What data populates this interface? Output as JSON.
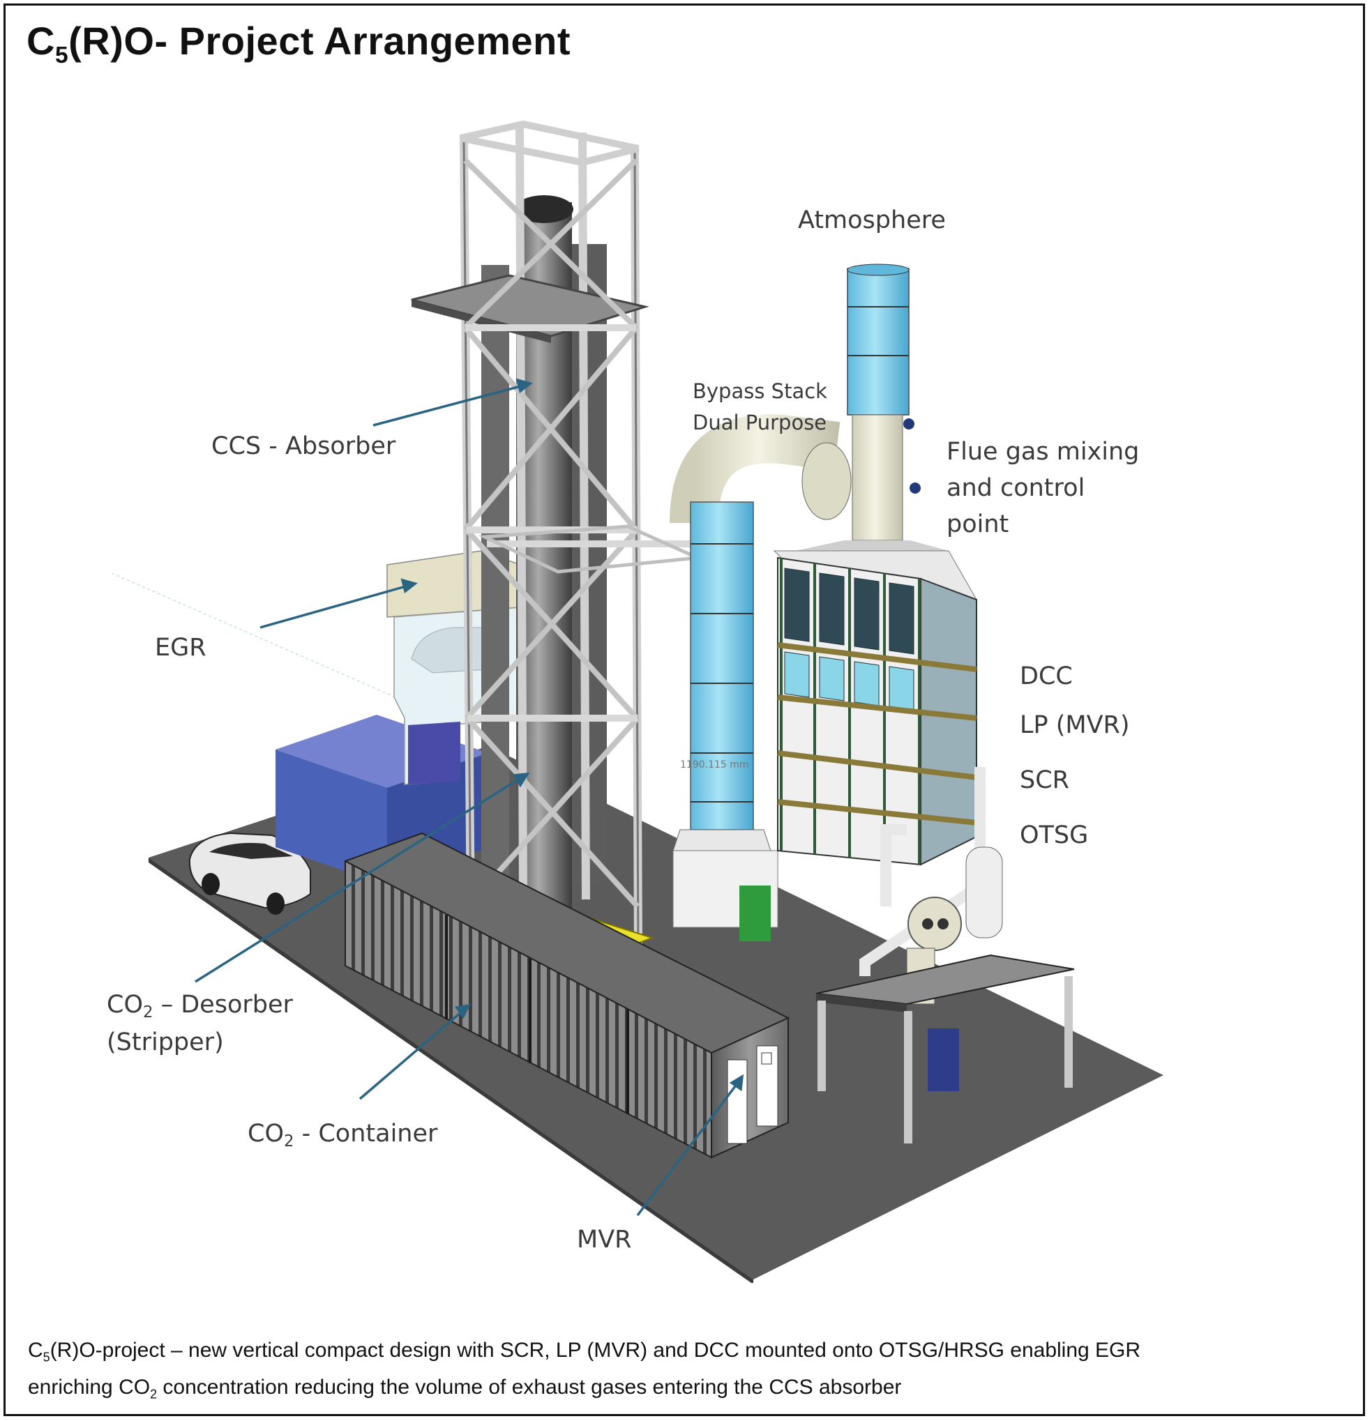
{
  "title": {
    "pre": "C",
    "sub": "5",
    "post": "(R)O- Project Arrangement"
  },
  "labels": {
    "atmosphere": "Atmosphere",
    "bypass_stack_1": "Bypass Stack",
    "bypass_stack_2": "Dual Purpose",
    "flue_gas_1": "Flue gas mixing",
    "flue_gas_2": "and control",
    "flue_gas_3": "point",
    "ccs_absorber": "CCS - Absorber",
    "egr": "EGR",
    "dcc": "DCC",
    "lp_mvr": "LP (MVR)",
    "scr": "SCR",
    "otsg": "OTSG",
    "co2_desorber_pre": "CO",
    "co2_desorber_sub": "2",
    "co2_desorber_post": " – Desorber",
    "stripper": "(Stripper)",
    "co2_container_pre": "CO",
    "co2_container_sub": "2",
    "co2_container_post": " - Container",
    "mvr": "MVR",
    "dimension": "1190.115 mm"
  },
  "caption": {
    "line1_pre": "C",
    "line1_sub": "5",
    "line1_post": "(R)O-project – new vertical compact design with SCR, LP (MVR) and DCC mounted onto OTSG/HRSG enabling EGR",
    "line2_pre": "enriching CO",
    "line2_sub": "2",
    "line2_post": " concentration reducing the volume of exhaust gases entering the CCS absorber"
  },
  "colors": {
    "callout": "#2a6482",
    "floor": "#555555",
    "stack_blue": "#86d3ee",
    "duct_cream": "#ecebd7",
    "container_blue": "#4a62b8",
    "frame_green": "#2e5a3a",
    "grating_yellow": "#e8e02a"
  }
}
